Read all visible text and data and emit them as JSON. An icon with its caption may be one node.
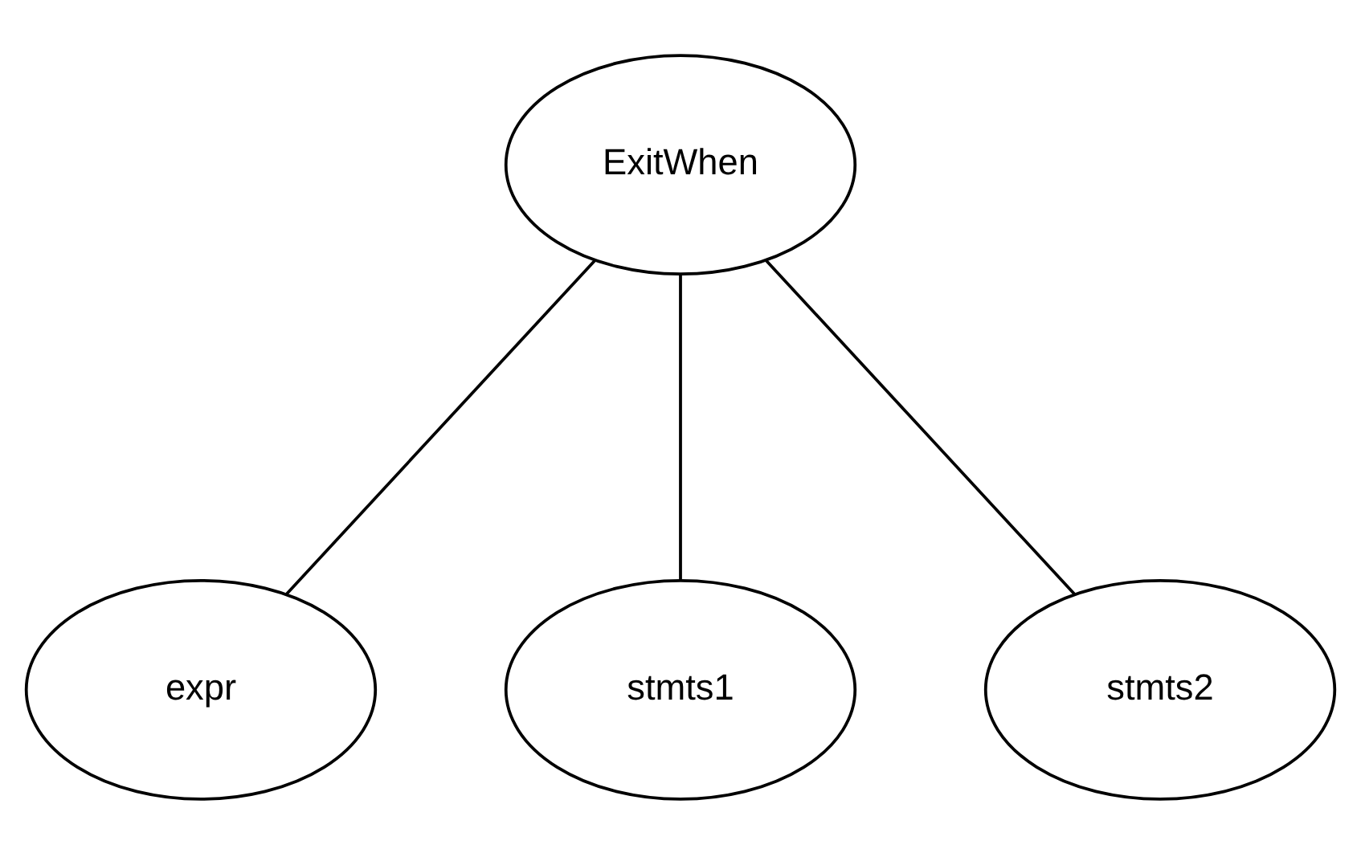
{
  "diagram": {
    "nodes": [
      {
        "text": [
          "ExitWhen"
        ]
      },
      {
        "text": [
          "expr"
        ]
      },
      {
        "text": [
          "stmts1"
        ]
      },
      {
        "text": [
          "stmts2"
        ]
      }
    ],
    "edges": [
      {
        "from": 0,
        "to": 1,
        "arrow": "none"
      },
      {
        "from": 0,
        "to": 2,
        "arrow": "none"
      },
      {
        "from": 0,
        "to": 3,
        "arrow": "none"
      }
    ]
  }
}
